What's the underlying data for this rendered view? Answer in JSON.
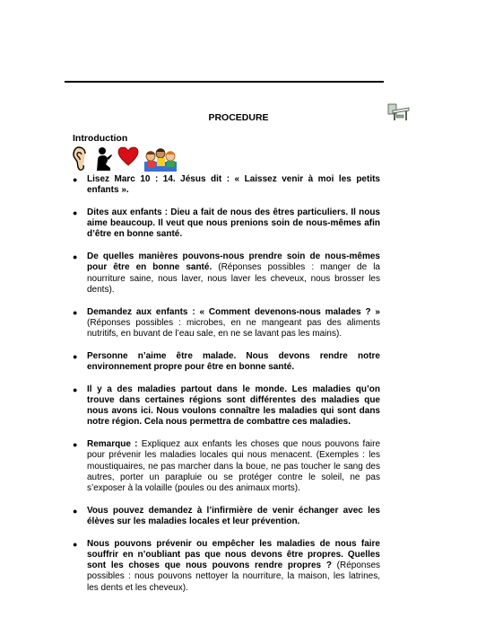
{
  "title": "PROCEDURE",
  "section": "Introduction",
  "icons": [
    "ear-icon",
    "praying-person-icon",
    "heart-icon",
    "children-group-icon",
    "school-desk-icon"
  ],
  "items": [
    {
      "bold": "Lisez Marc 10 : 14. Jésus dit : « Laissez venir à moi les petits enfants ».",
      "normal": ""
    },
    {
      "bold": "Dites aux enfants : Dieu a fait de nous des êtres particuliers. Il nous aime beaucoup. Il veut que nous prenions soin de nous-mêmes afin d’être en bonne santé.",
      "normal": ""
    },
    {
      "bold": "De quelles manières pouvons-nous prendre soin de nous-mêmes pour être en bonne santé.",
      "normal": " (Réponses possibles : manger de la nourriture saine, nous laver, nous laver les cheveux, nous brosser les dents)."
    },
    {
      "bold": "Demandez aux enfants : « Comment devenons-nous malades ? »",
      "normal": " (Réponses possibles : microbes, en ne mangeant pas des aliments nutritifs, en buvant de l’eau sale, en ne se lavant pas les mains)."
    },
    {
      "bold": "Personne n’aime être malade. Nous devons rendre notre environnement propre pour être en bonne santé.",
      "normal": ""
    },
    {
      "bold": "Il y a des maladies partout dans le monde. Les maladies qu’on trouve dans certaines régions sont différentes des maladies que nous avons ici. Nous voulons connaître les maladies qui sont dans notre région. Cela nous permettra de combattre ces maladies.",
      "normal": ""
    },
    {
      "bold": "Remarque :",
      "normal": " Expliquez aux enfants les choses que nous pouvons faire pour prévenir les maladies locales qui nous menacent. (Exemples : les moustiquaires, ne pas marcher dans la boue, ne pas toucher le sang des autres, porter un parapluie ou se protéger contre le soleil, ne pas s’exposer à la volaille (poules ou des animaux morts)."
    },
    {
      "bold": "Vous pouvez demandez à l’infirmière de venir échanger avec les élèves sur les maladies locales et leur prévention.",
      "normal": ""
    },
    {
      "bold": "Nous pouvons prévenir ou empêcher les maladies de nous faire souffrir en n’oubliant pas que nous devons être propres. Quelles sont les choses que nous pouvons rendre propres ?",
      "normal": " (Réponses possibles : nous pouvons nettoyer la nourriture, la maison, les latrines, les dents et les cheveux)."
    }
  ]
}
